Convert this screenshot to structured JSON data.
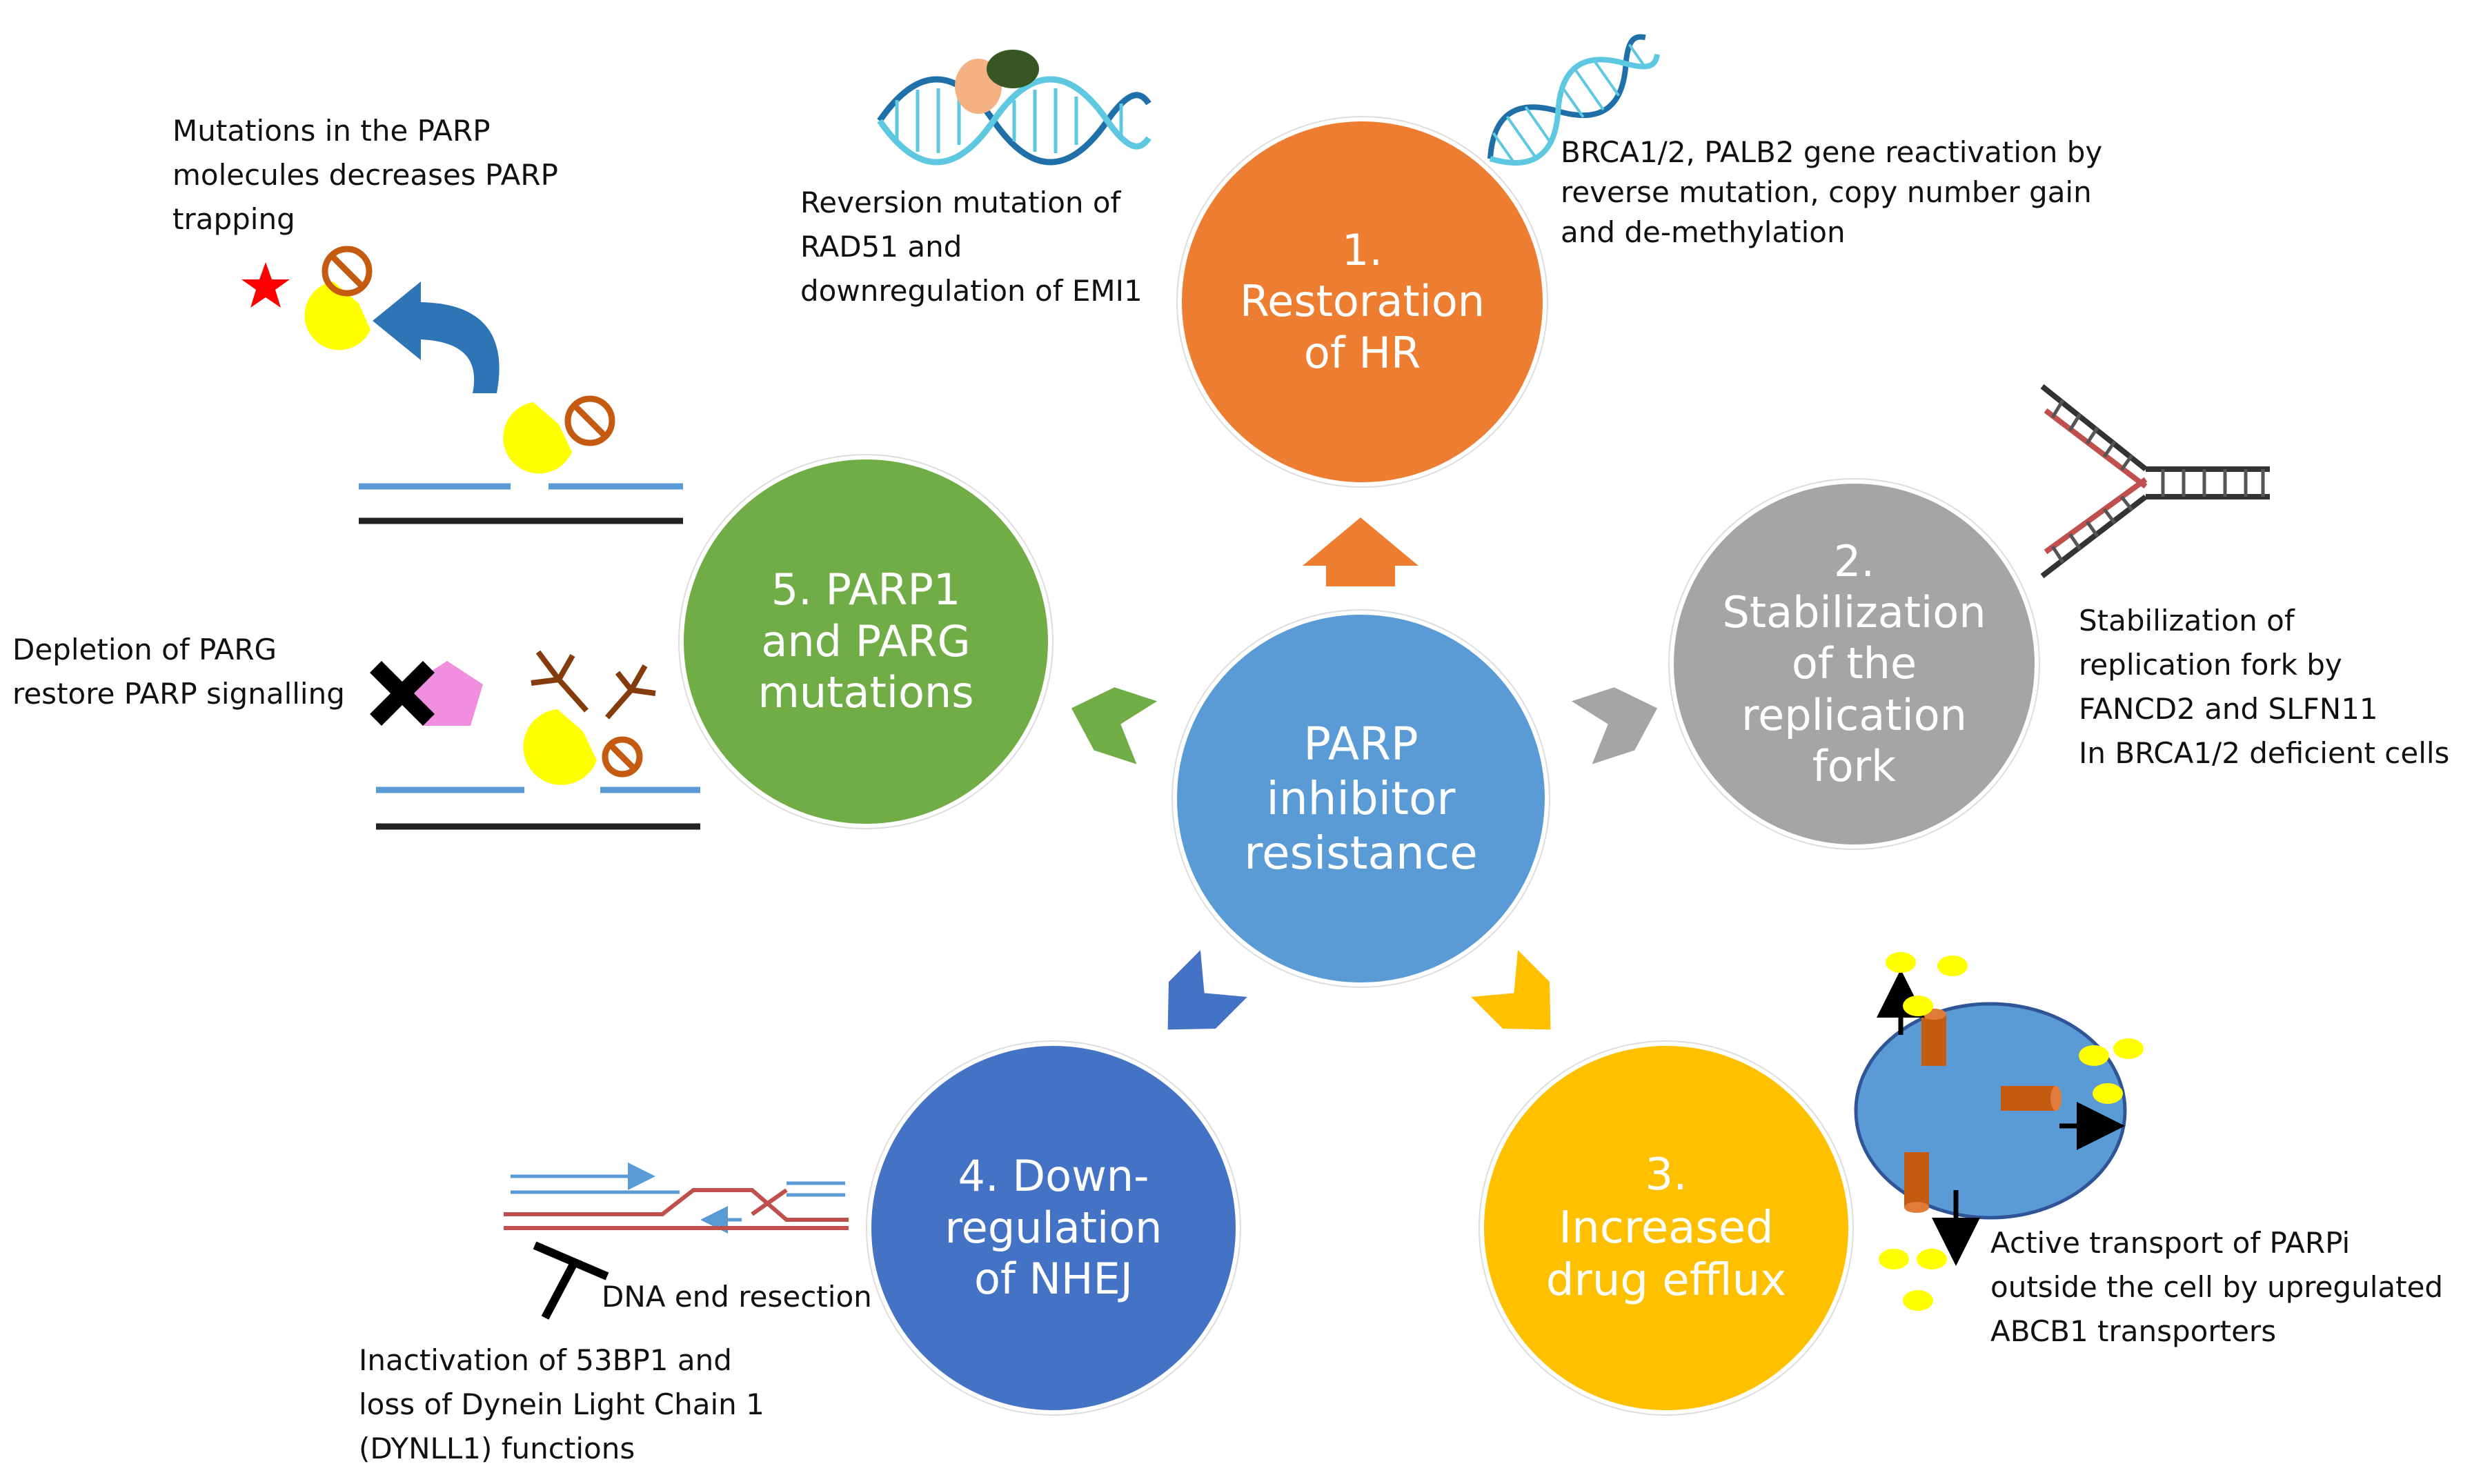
{
  "center": {
    "lines": [
      "PARP",
      "inhibitor",
      "resistance"
    ],
    "color": "#5b9bd5"
  },
  "mechanisms": {
    "m1": {
      "lines": [
        "1.",
        "Restoration",
        "of HR"
      ],
      "color": "#ed7d31"
    },
    "m2": {
      "lines": [
        "2.",
        "Stabilization",
        "of the",
        "replication",
        "fork"
      ],
      "color": "#a5a5a5"
    },
    "m3": {
      "lines": [
        "3.",
        "Increased",
        "drug efflux"
      ],
      "color": "#ffc000"
    },
    "m4": {
      "lines": [
        "4. Down-",
        "regulation",
        "of NHEJ"
      ],
      "color": "#4472c4"
    },
    "m5": {
      "lines": [
        "5. PARP1",
        "and PARG",
        "mutations"
      ],
      "color": "#70ad47"
    }
  },
  "notes": {
    "rad51": [
      "Reversion mutation of",
      "RAD51 and",
      "downregulation of EMI1"
    ],
    "brca": [
      "BRCA1/2, PALB2 gene reactivation by",
      "reverse mutation, copy number gain",
      "and de-methylation"
    ],
    "fork": [
      "Stabilization of",
      "replication fork by",
      "FANCD2 and SLFN11",
      "In BRCA1/2 deficient cells"
    ],
    "efflux": [
      "Active transport of PARPi",
      "outside the cell by upregulated",
      "ABCB1 transporters"
    ],
    "resection": [
      "DNA end resection"
    ],
    "nhej": [
      "Inactivation of 53BP1 and",
      "loss of Dynein Light Chain 1",
      "(DYNLL1) functions"
    ],
    "parg": [
      "Depletion of PARG",
      "restore PARP signalling"
    ],
    "parp_mut": [
      "Mutations in the PARP",
      "molecules decreases PARP",
      "trapping"
    ]
  },
  "colors": {
    "dna_dark": "#1f6fa8",
    "dna_light": "#5ec8e0",
    "parp_yellow": "#ffff00",
    "inhibitor_orange": "#c55a11",
    "strand_blue": "#5b9bd5",
    "strand_black": "#222222",
    "pentagon_pink": "#f08ee0",
    "star_red": "#ff0000",
    "strand_red": "#c0504d",
    "transporter_brown": "#c55a11",
    "drug_yellow": "#ffff00"
  },
  "icons": [
    "dna-helix-icon",
    "protein-blob-icon",
    "fork-icon",
    "cell-icon",
    "transporter-icon",
    "parp-pacman-icon",
    "inhibitor-symbol-icon",
    "star-icon",
    "pentagon-icon",
    "x-mark-icon",
    "curved-arrow-icon",
    "inhibit-tbar-icon",
    "dna-strand-icon",
    "par-chain-icon"
  ]
}
